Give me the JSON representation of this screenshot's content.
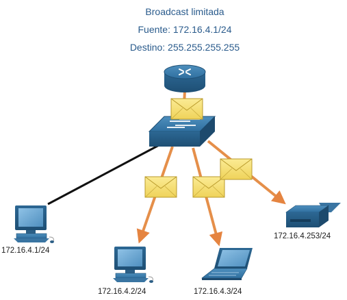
{
  "header": {
    "title": "Broadcast limitada",
    "source": "Fuente: 172.16.4.1/24",
    "destination": "Destino: 255.255.255.255"
  },
  "devices": {
    "pc1": {
      "label": "172.16.4.1/24",
      "icon": "desktop-pc-icon"
    },
    "pc2": {
      "label": "172.16.4.2/24",
      "icon": "desktop-pc-icon"
    },
    "laptop": {
      "label": "172.16.4.3/24",
      "icon": "laptop-icon"
    },
    "printer": {
      "label": "172.16.4.253/24",
      "icon": "printer-icon"
    },
    "router": {
      "icon": "router-icon"
    },
    "switch": {
      "icon": "switch-icon"
    }
  },
  "colors": {
    "title": "#2a5b8c",
    "device_blue": "#2f6f9f",
    "broadcast_link": "#e8904a",
    "envelope": "#f4dc6a",
    "ethernet_link": "#111111"
  },
  "messages": {
    "icon": "envelope-icon",
    "count": 4
  }
}
